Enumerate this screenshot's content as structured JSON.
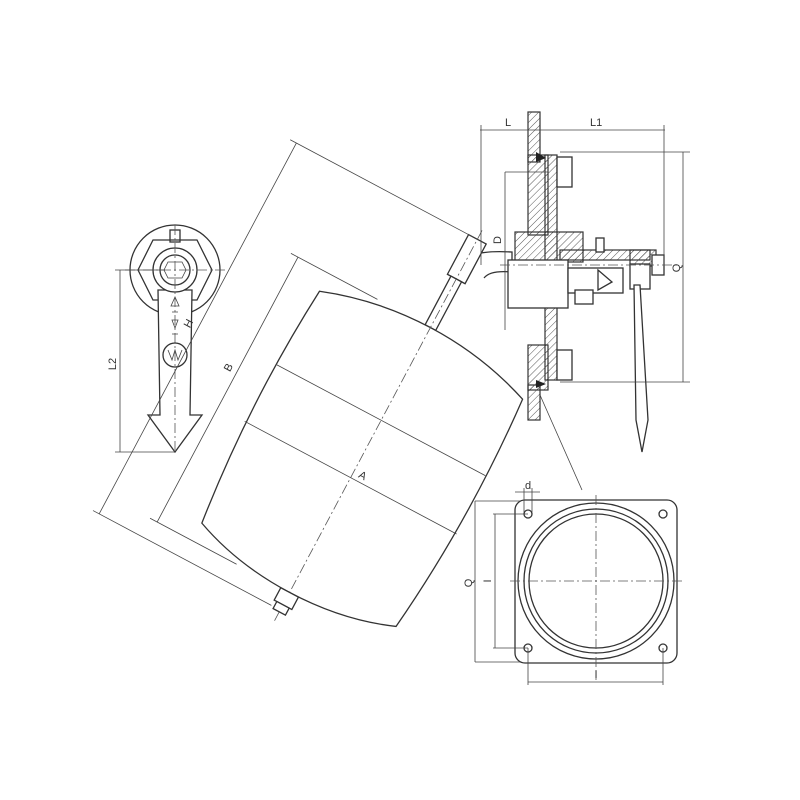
{
  "title": "Float valve technical drawing",
  "labels": {
    "L": "L",
    "L1": "L1",
    "D": "D",
    "Q_side": "Q",
    "H": "H",
    "B": "B",
    "A": "A",
    "L2": "L2",
    "d": "d",
    "Q_flange": "Q",
    "I_vertical": "I",
    "I_horizontal": "I"
  },
  "colors": {
    "line": "#333333",
    "background": "#ffffff"
  }
}
